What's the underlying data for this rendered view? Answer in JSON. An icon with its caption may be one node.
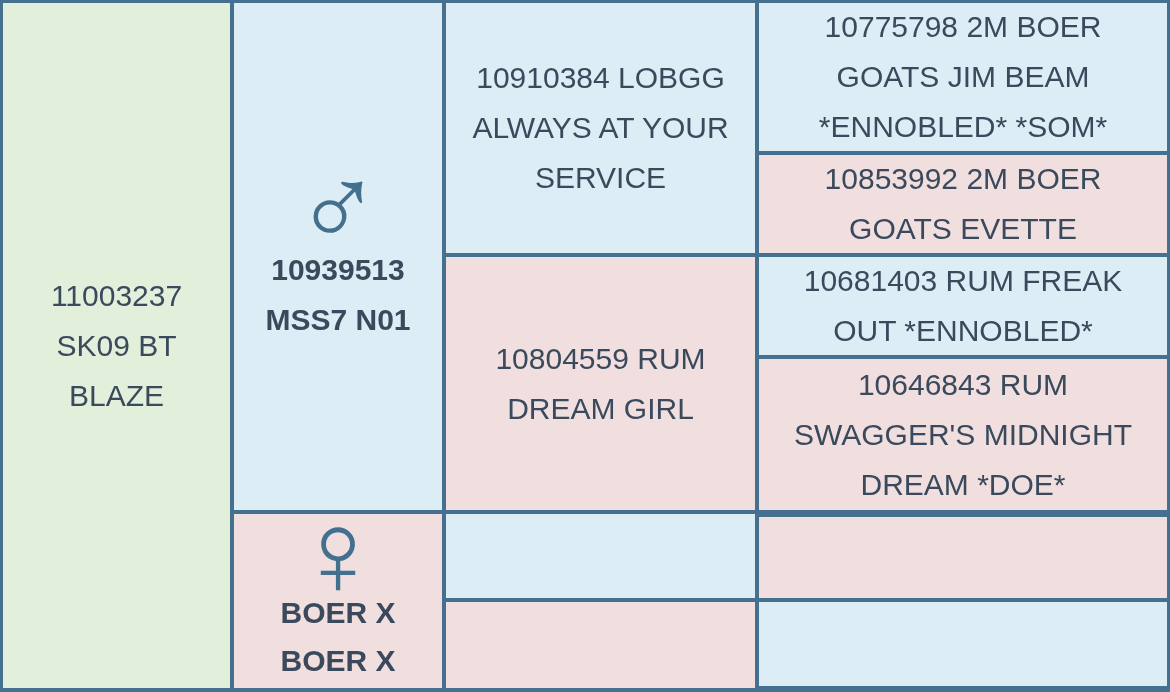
{
  "diagram": {
    "nodes": [
      {
        "text": [
          "11003237 SK09 BT BLAZE"
        ]
      },
      {
        "text": [
          "♂",
          "10939513 MSS7 N01"
        ]
      },
      {
        "text": [
          "10910384 LOBGG ALWAYS AT YOUR SERVICE"
        ]
      },
      {
        "text": [
          "10775798 2M BOER GOATS JIM BEAM *ENNOBLED* *SOM*"
        ]
      },
      {
        "text": [
          "10853992 2M BOER GOATS EVETTE"
        ]
      },
      {
        "text": [
          "10804559 RUM DREAM GIRL"
        ]
      },
      {
        "text": [
          "10681403 RUM FREAK OUT *ENNOBLED*"
        ]
      },
      {
        "text": [
          "10646843 RUM SWAGGER'S MIDNIGHT DREAM *DOE*"
        ]
      },
      {
        "text": [
          "♀",
          "BOER X BOER X"
        ]
      },
      {
        "text": [],
        "shape": "box"
      },
      {
        "text": [],
        "shape": "box"
      },
      {
        "text": [],
        "shape": "box"
      },
      {
        "text": [],
        "shape": "box"
      }
    ]
  }
}
